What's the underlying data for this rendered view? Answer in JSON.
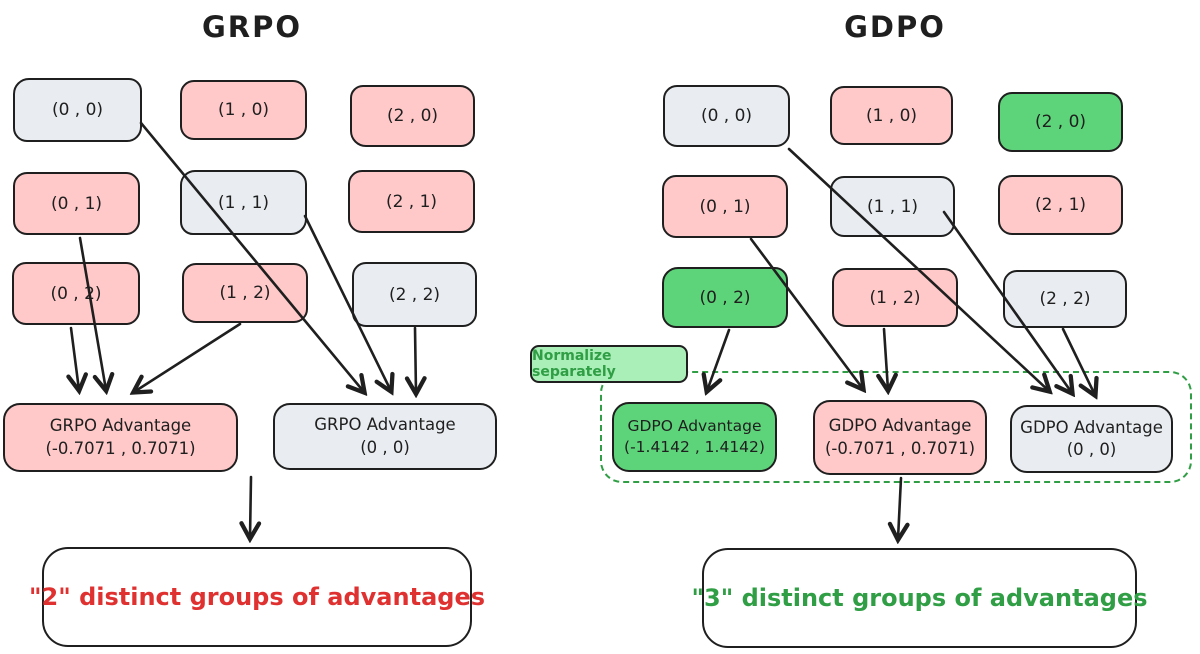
{
  "left": {
    "title": "GRPO",
    "grid": [
      "(0 , 0)",
      "(1 , 0)",
      "(2 , 0)",
      "(0 , 1)",
      "(1 , 1)",
      "(2 , 1)",
      "(0 , 2)",
      "(1 , 2)",
      "(2 , 2)"
    ],
    "advantages": [
      {
        "name": "GRPO Advantage",
        "value": "(-0.7071 , 0.7071)"
      },
      {
        "name": "GRPO Advantage",
        "value": "(0 , 0)"
      }
    ],
    "conclusion": "\"2\" distinct groups of advantages"
  },
  "right": {
    "title": "GDPO",
    "grid": [
      "(0 , 0)",
      "(1 , 0)",
      "(2 , 0)",
      "(0 , 1)",
      "(1 , 1)",
      "(2 , 1)",
      "(0 , 2)",
      "(1 , 2)",
      "(2 , 2)"
    ],
    "normalize_label": "Normalize separately",
    "advantages": [
      {
        "name": "GDPO Advantage",
        "value": "(-1.4142 , 1.4142)"
      },
      {
        "name": "GDPO Advantage",
        "value": "(-0.7071 , 0.7071)"
      },
      {
        "name": "GDPO Advantage",
        "value": "(0 , 0)"
      }
    ],
    "conclusion": "\"3\" distinct groups of advantages"
  },
  "colors": {
    "box_pink": "#ffc9c9",
    "box_gray": "#e9edf1",
    "box_green": "#5ed47a",
    "label_green_bg": "#aaeeb8",
    "dashed_green": "#2f9e44",
    "conclusion_red": "#e03131",
    "conclusion_green": "#2f9e44",
    "stroke": "#1f1f1f"
  }
}
